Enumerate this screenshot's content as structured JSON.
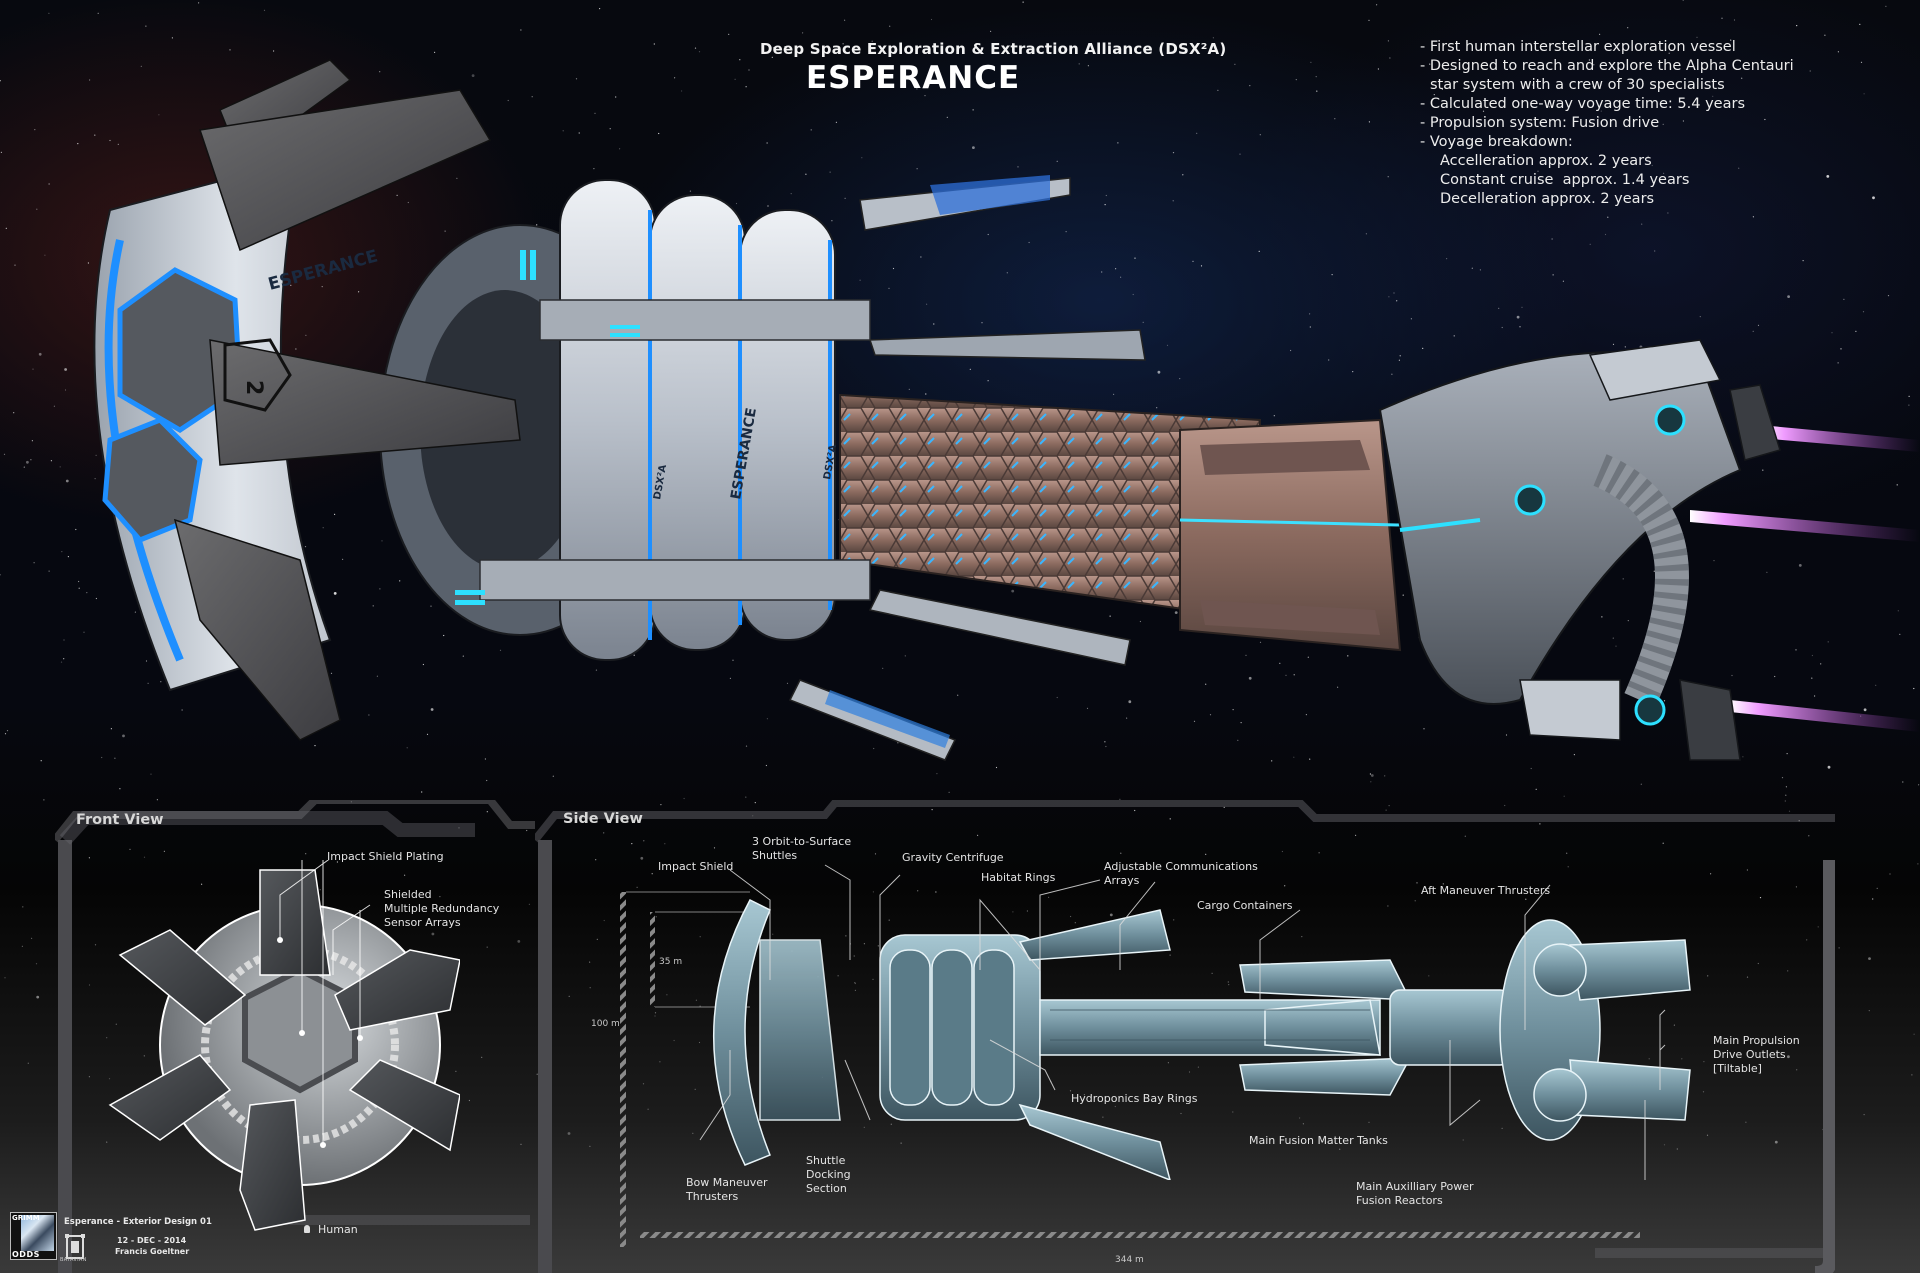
{
  "header": {
    "subtitle": "Deep Space Exploration & Extraction Alliance (DSX²A)",
    "title": "ESPERANCE"
  },
  "facts": [
    {
      "text": "- First human interstellar exploration vessel",
      "style": "fact"
    },
    {
      "text": "- Designed to reach and explore the Alpha Centauri",
      "style": "fact"
    },
    {
      "text": "star system with a crew of 30 specialists",
      "style": "cont"
    },
    {
      "text": "- Calculated one-way voyage time: 5.4 years",
      "style": "fact"
    },
    {
      "text": "- Propulsion system: Fusion drive",
      "style": "fact"
    },
    {
      "text": "- Voyage breakdown:",
      "style": "fact"
    },
    {
      "text": "Accelleration approx. 2 years",
      "style": "sub"
    },
    {
      "text": "Constant cruise  approx. 1.4 years",
      "style": "sub"
    },
    {
      "text": "Decelleration approx. 2 years",
      "style": "sub"
    }
  ],
  "hero": {
    "hull_markings": [
      "ESPERANCE",
      "DSX²A",
      "2"
    ],
    "colors": {
      "accent_blue": "#1e8fff",
      "accent_cyan": "#2de0ff",
      "exhaust": "#e070f0",
      "hull": "#c9ced6",
      "cargo": "#9a7466"
    }
  },
  "front_view": {
    "title": "Front View",
    "labels": {
      "impact_shield": "Impact Shield Plating",
      "sensors": "Shielded\nMultiple Redundancy\nSensor Arrays",
      "human": "Human"
    }
  },
  "side_view": {
    "title": "Side View",
    "labels": {
      "impact_shield": "Impact Shield",
      "shuttles": "3 Orbit-to-Surface\nShuttles",
      "gravity": "Gravity Centrifuge",
      "habitat": "Habitat Rings",
      "comms": "Adjustable Communications\nArrays",
      "cargo": "Cargo Containers",
      "aft_thrusters": "Aft Maneuver Thrusters",
      "propulsion": "Main Propulsion\nDrive Outlets\n[Tiltable]",
      "hydroponics": "Hydroponics Bay Rings",
      "fusion_tanks": "Main Fusion Matter Tanks",
      "aux_power": "Main Auxilliary Power\nFusion Reactors",
      "bow_thrusters": "Bow Maneuver\nThrusters",
      "shuttle_docking": "Shuttle\nDocking\nSection"
    },
    "dimensions": {
      "height_total": "100 m",
      "height_shield": "35 m",
      "length": "344 m"
    }
  },
  "credits": {
    "logo_vertical": "GRIMM",
    "logo_horizontal": "ODDS",
    "studio": "BATAVIAN",
    "design_title": "Esperance - Exterior Design 01",
    "date": "12 - DEC - 2014",
    "author": "Francis Goeltner"
  }
}
